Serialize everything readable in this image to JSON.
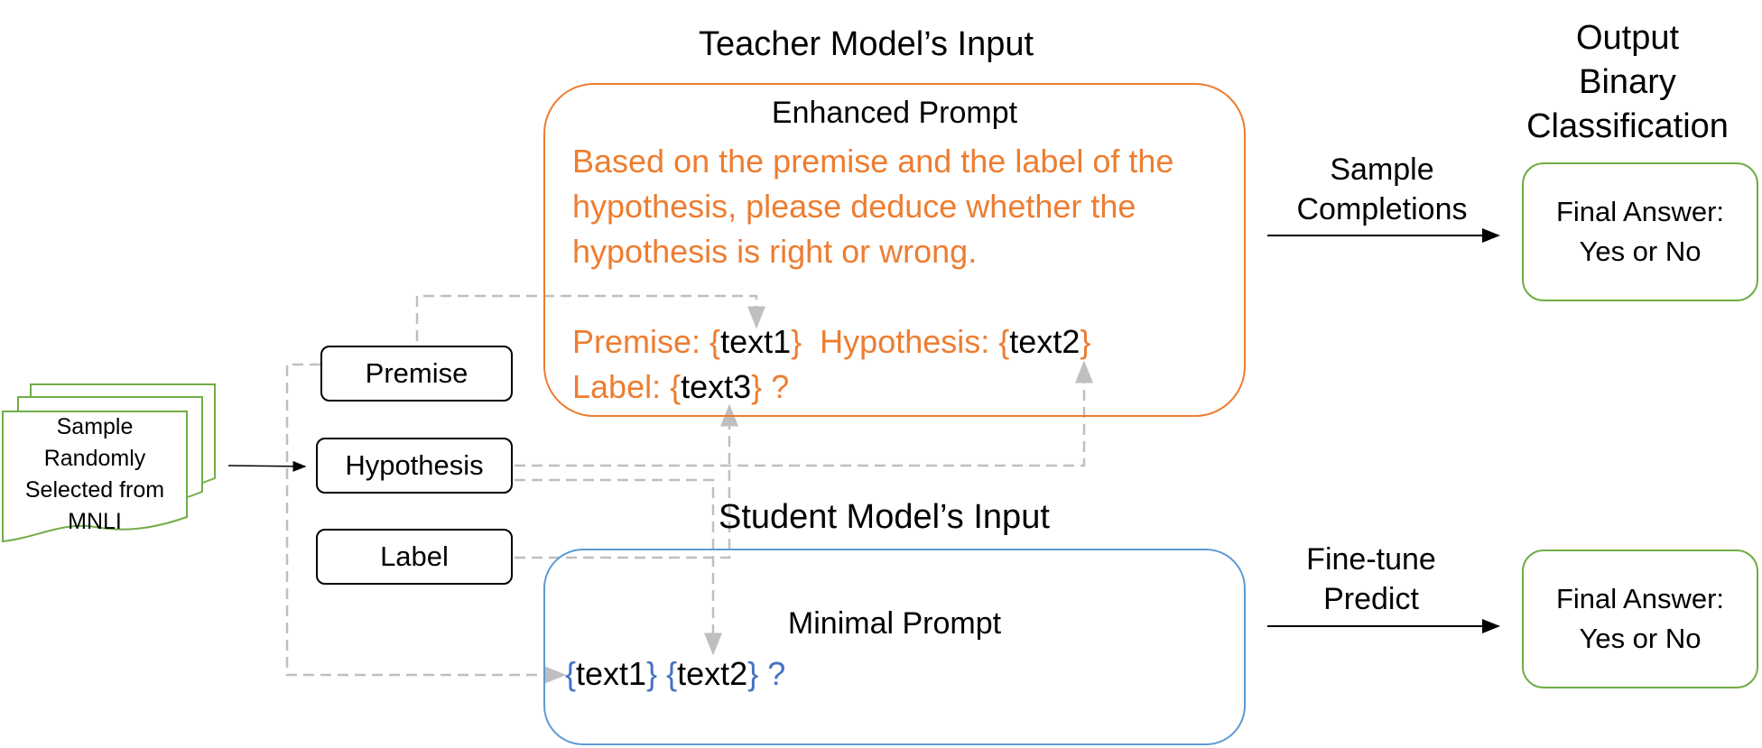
{
  "titles": {
    "teacher": "Teacher Model’s Input",
    "student": "Student Model’s Input",
    "output": [
      "Output",
      "Binary",
      "Classification"
    ]
  },
  "teacher": {
    "heading": "Enhanced Prompt",
    "instruction": [
      "Based on the premise and the label of the",
      "hypothesis, please deduce whether the",
      "hypothesis is right or wrong."
    ],
    "premise_label": "Premise: ",
    "hypothesis_label": "Hypothesis: ",
    "label_label": "Label: ",
    "open_brace": "{",
    "close_brace": "}",
    "text1": "text1",
    "text2": "text2",
    "text3": "text3",
    "question": " ?"
  },
  "student": {
    "heading": "Minimal Prompt",
    "open_brace": "{",
    "close_brace": "}",
    "text1": "text1",
    "text2": "text2",
    "question": " ?"
  },
  "source": {
    "lines": [
      "Sample",
      "Randomly",
      "Selected from",
      "MNLI"
    ]
  },
  "fields": {
    "premise": "Premise",
    "hypothesis": "Hypothesis",
    "label": "Label"
  },
  "arrows": {
    "top": [
      "Sample",
      "Completions"
    ],
    "bottom": [
      "Fine-tune",
      "Predict"
    ]
  },
  "answers": {
    "top": [
      "Final Answer:",
      "Yes or No"
    ],
    "bottom": [
      "Final Answer:",
      "Yes or No"
    ]
  },
  "colors": {
    "teacher": "#ED7D31",
    "student": "#5B9BD5",
    "output": "#70AD47",
    "connector": "#BFBFBF"
  }
}
